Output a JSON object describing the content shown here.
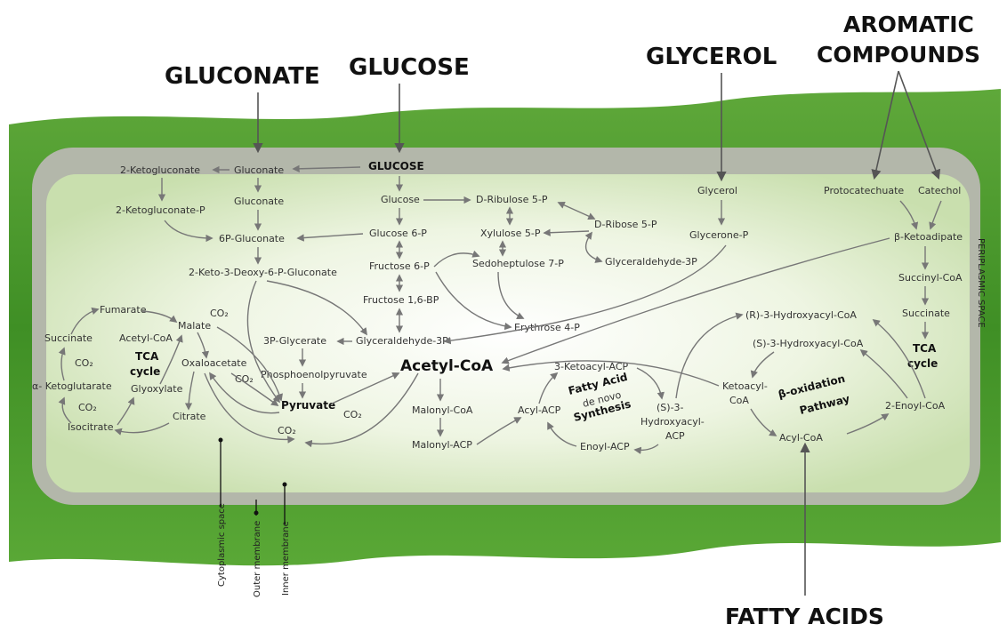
{
  "substrates": {
    "gluconate": "GLUCONATE",
    "glucose": "GLUCOSE",
    "glycerol": "GLYCEROL",
    "aromatic_line1": "AROMATIC",
    "aromatic_line2": "COMPOUNDS",
    "fatty_acids": "FATTY ACIDS"
  },
  "periplasm": {
    "label": "PERIPLASMIC SPACE",
    "glucose": "GLUCOSE",
    "gluconate": "Gluconate",
    "ketogluconate": "2-Ketogluconate"
  },
  "glucose_pathway": {
    "gluconate": "Gluconate",
    "ketogluconate_p": "2-Ketogluconate-P",
    "gluconate_6p": "6P-Gluconate",
    "kdpg": "2-Keto-3-Deoxy-6-P-Gluconate",
    "glucose": "Glucose",
    "glucose_6p": "Glucose 6-P",
    "fructose_6p": "Fructose 6-P",
    "fructose_16bp": "Fructose 1,6-BP",
    "glyceraldehyde_3p": "Glyceraldehyde-3P",
    "glycerate_3p": "3P-Glycerate",
    "pep": "Phosphoenolpyruvate",
    "pyruvate": "Pyruvate",
    "acetyl_coa": "Acetyl-CoA"
  },
  "pentose_phosphate": {
    "ribulose_5p": "D-Ribulose 5-P",
    "ribose_5p": "D-Ribose 5-P",
    "xylulose_5p": "Xylulose 5-P",
    "sedoheptulose_7p": "Sedoheptulose 7-P",
    "glyceraldehyde_3p": "Glyceraldehyde-3P",
    "erythrose_4p": "Erythrose 4-P"
  },
  "glycerol_pathway": {
    "glycerol": "Glycerol",
    "glycerone_p": "Glycerone-P"
  },
  "aromatic_pathway": {
    "protocatechuate": "Protocatechuate",
    "catechol": "Catechol",
    "ketoadipate": "β-Ketoadipate",
    "succinyl_coa": "Succinyl-CoA",
    "succinate": "Succinate",
    "tca_line1": "TCA",
    "tca_line2": "cycle"
  },
  "tca_cycle": {
    "fumarate": "Fumarate",
    "malate": "Malate",
    "co2_malate": "CO₂",
    "succinate": "Succinate",
    "acetyl_coa": "Acetyl-CoA",
    "tca_line1": "TCA",
    "tca_line2": "cycle",
    "co2_left1": "CO₂",
    "oxaloacetate": "Oxaloacetate",
    "alpha_ketoglutarate": "α- Ketoglutarate",
    "glyoxylate": "Glyoxylate",
    "co2_left2": "CO₂",
    "co2_oaa": "CO₂",
    "citrate": "Citrate",
    "isocitrate": "Isocitrate",
    "co2_pyruvate": "CO₂",
    "co2_bottom": "CO₂"
  },
  "fatty_acid_synthesis": {
    "malonyl_coa": "Malonyl-CoA",
    "malonyl_acp": "Malonyl-ACP",
    "ketoacyl_acp": "3-Ketoacyl-ACP",
    "title_line1": "Fatty Acid",
    "title_line2": "de novo",
    "title_line3": "Synthesis",
    "hydroxyacyl_acp_1": "(S)-3-",
    "hydroxyacyl_acp_2": "Hydroxyacyl-",
    "hydroxyacyl_acp_3": "ACP",
    "acyl_acp": "Acyl-ACP",
    "enoyl_acp": "Enoyl-ACP"
  },
  "beta_oxidation": {
    "r_hydroxyacyl_coa": "(R)-3-Hydroxyacyl-CoA",
    "s_hydroxyacyl_coa": "(S)-3-Hydroxyacyl-CoA",
    "ketoacyl_coa_1": "Ketoacyl-",
    "ketoacyl_coa_2": "CoA",
    "title_line1": "β-oxidation",
    "title_line2": "Pathway",
    "enoyl_coa": "2-Enoyl-CoA",
    "acyl_coa": "Acyl-CoA"
  },
  "membranes": {
    "cytoplasmic": "Cytoplasmic space",
    "outer": "Outer membrane",
    "inner": "Inner membrane"
  }
}
